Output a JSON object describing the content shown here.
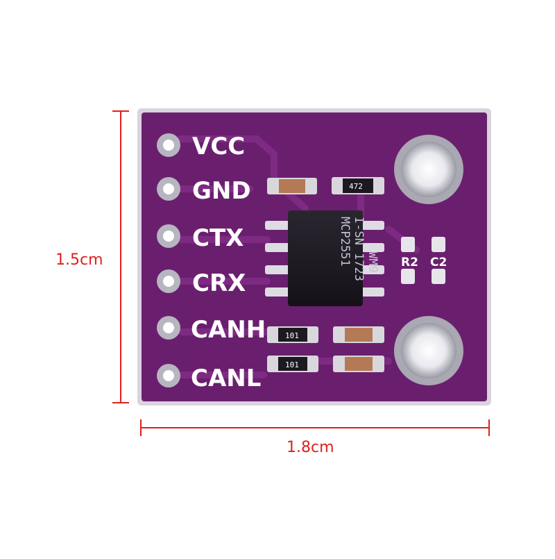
{
  "board": {
    "pins": [
      "VCC",
      "GND",
      "CTX",
      "CRX",
      "CANH",
      "CANL"
    ],
    "chip_marking": [
      "MCP2551",
      "I-SN",
      "1723",
      "WM9"
    ],
    "silkscreen": {
      "r2": "R2",
      "c2": "C2"
    },
    "resistor_codes": {
      "top": "472",
      "mid": "101",
      "low": "101"
    }
  },
  "dimensions": {
    "height": "1.5cm",
    "width": "1.8cm"
  },
  "colors": {
    "pcb": "#6a1f6e",
    "dimension": "#e0201c"
  }
}
